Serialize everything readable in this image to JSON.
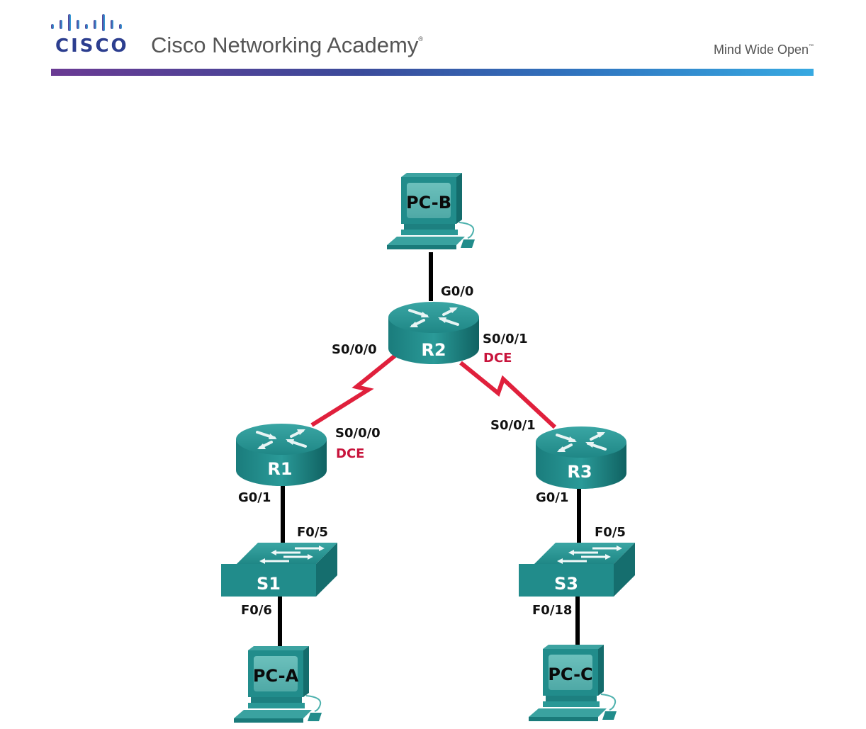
{
  "header": {
    "logo_word": "CISCO",
    "title": "Cisco Networking Academy",
    "title_mark": "®",
    "tagline": "Mind Wide Open",
    "tagline_mark": "™"
  },
  "colors": {
    "device_teal": "#1f8a8a",
    "serial_link": "#e0203c",
    "dce_label": "#c8143c",
    "ethernet_link": "#000000"
  },
  "devices": {
    "pc_b": {
      "name": "PC-B",
      "type": "pc"
    },
    "r2": {
      "name": "R2",
      "type": "router"
    },
    "r1": {
      "name": "R1",
      "type": "router"
    },
    "r3": {
      "name": "R3",
      "type": "router"
    },
    "s1": {
      "name": "S1",
      "type": "switch"
    },
    "s3": {
      "name": "S3",
      "type": "switch"
    },
    "pc_a": {
      "name": "PC-A",
      "type": "pc"
    },
    "pc_c": {
      "name": "PC-C",
      "type": "pc"
    }
  },
  "links": [
    {
      "from": "PC-B",
      "to": "R2",
      "type": "ethernet",
      "r2_port": "G0/0"
    },
    {
      "from": "R1",
      "to": "R2",
      "type": "serial",
      "r1_port": "S0/0/0",
      "r1_role": "DCE",
      "r2_port": "S0/0/0"
    },
    {
      "from": "R2",
      "to": "R3",
      "type": "serial",
      "r2_port": "S0/0/1",
      "r2_role": "DCE",
      "r3_port": "S0/0/1"
    },
    {
      "from": "R1",
      "to": "S1",
      "type": "ethernet",
      "r1_port": "G0/1",
      "s1_port": "F0/5"
    },
    {
      "from": "S1",
      "to": "PC-A",
      "type": "ethernet",
      "s1_port": "F0/6"
    },
    {
      "from": "R3",
      "to": "S3",
      "type": "ethernet",
      "r3_port": "G0/1",
      "s3_port": "F0/5"
    },
    {
      "from": "S3",
      "to": "PC-C",
      "type": "ethernet",
      "s3_port": "F0/18"
    }
  ],
  "labels": {
    "r2_g00": "G0/0",
    "r2_s000": "S0/0/0",
    "r2_s001": "S0/0/1",
    "r2_dce": "DCE",
    "r1_s000": "S0/0/0",
    "r1_dce": "DCE",
    "r3_s001": "S0/0/1",
    "r1_g01": "G0/1",
    "r3_g01": "G0/1",
    "s1_f05": "F0/5",
    "s1_f06": "F0/6",
    "s3_f05": "F0/5",
    "s3_f018": "F0/18"
  }
}
